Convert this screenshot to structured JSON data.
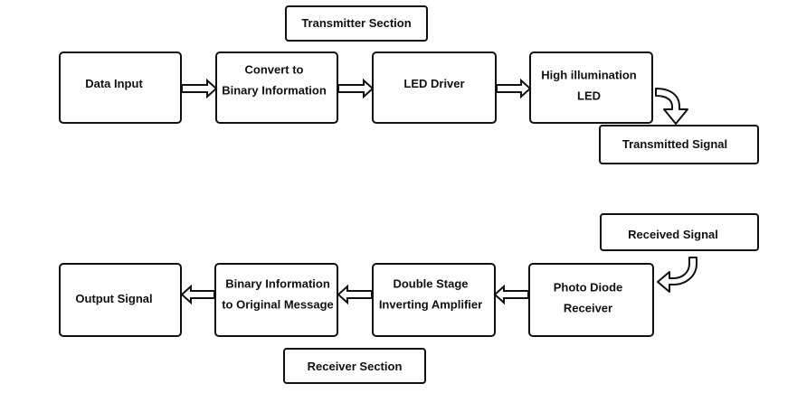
{
  "colors": {
    "stroke": "#111111",
    "fill": "#ffffff",
    "text": "#111111"
  },
  "section_labels": {
    "transmitter": "Transmitter Section",
    "receiver": "Receiver Section"
  },
  "transmitter": {
    "data_input": [
      "Data Input"
    ],
    "convert": [
      "Convert to",
      "Binary Information"
    ],
    "led_driver": [
      "LED Driver"
    ],
    "led": [
      "High illumination",
      "LED"
    ],
    "transmitted_signal": [
      "Transmitted Signal"
    ]
  },
  "receiver": {
    "received_signal": [
      "Received Signal"
    ],
    "photo_diode": [
      "Photo Diode",
      "Receiver"
    ],
    "amplifier": [
      "Double Stage",
      "Inverting Amplifier"
    ],
    "binary_to_message": [
      "Binary Information",
      "to Original Message"
    ],
    "output_signal": [
      "Output Signal"
    ]
  }
}
